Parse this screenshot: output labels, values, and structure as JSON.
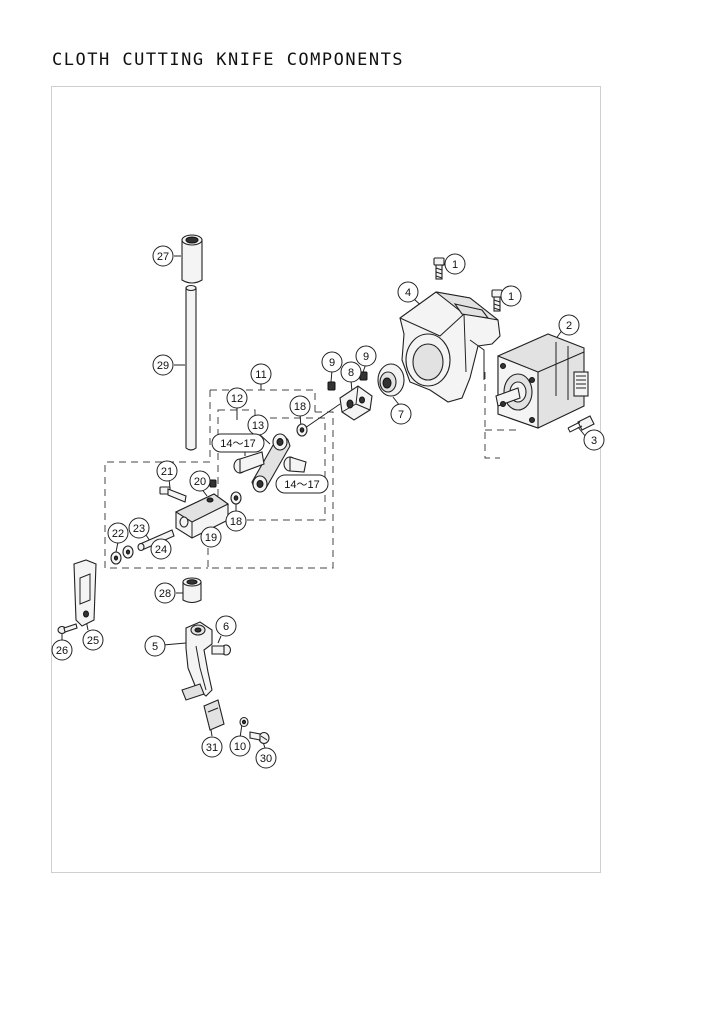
{
  "page": {
    "title": "CLOTH CUTTING KNIFE COMPONENTS"
  },
  "callouts": {
    "c1a": "1",
    "c1b": "1",
    "c2": "2",
    "c3": "3",
    "c4": "4",
    "c5": "5",
    "c6": "6",
    "c7": "7",
    "c8": "8",
    "c9a": "9",
    "c9b": "9",
    "c10": "10",
    "c11": "11",
    "c12": "12",
    "c13": "13",
    "c14a": "14〜17",
    "c14b": "14〜17",
    "c18a": "18",
    "c18b": "18",
    "c19": "19",
    "c20": "20",
    "c21": "21",
    "c22": "22",
    "c23": "23",
    "c24": "24",
    "c25": "25",
    "c26": "26",
    "c27": "27",
    "c28": "28",
    "c29": "29",
    "c30": "30",
    "c31": "31"
  }
}
